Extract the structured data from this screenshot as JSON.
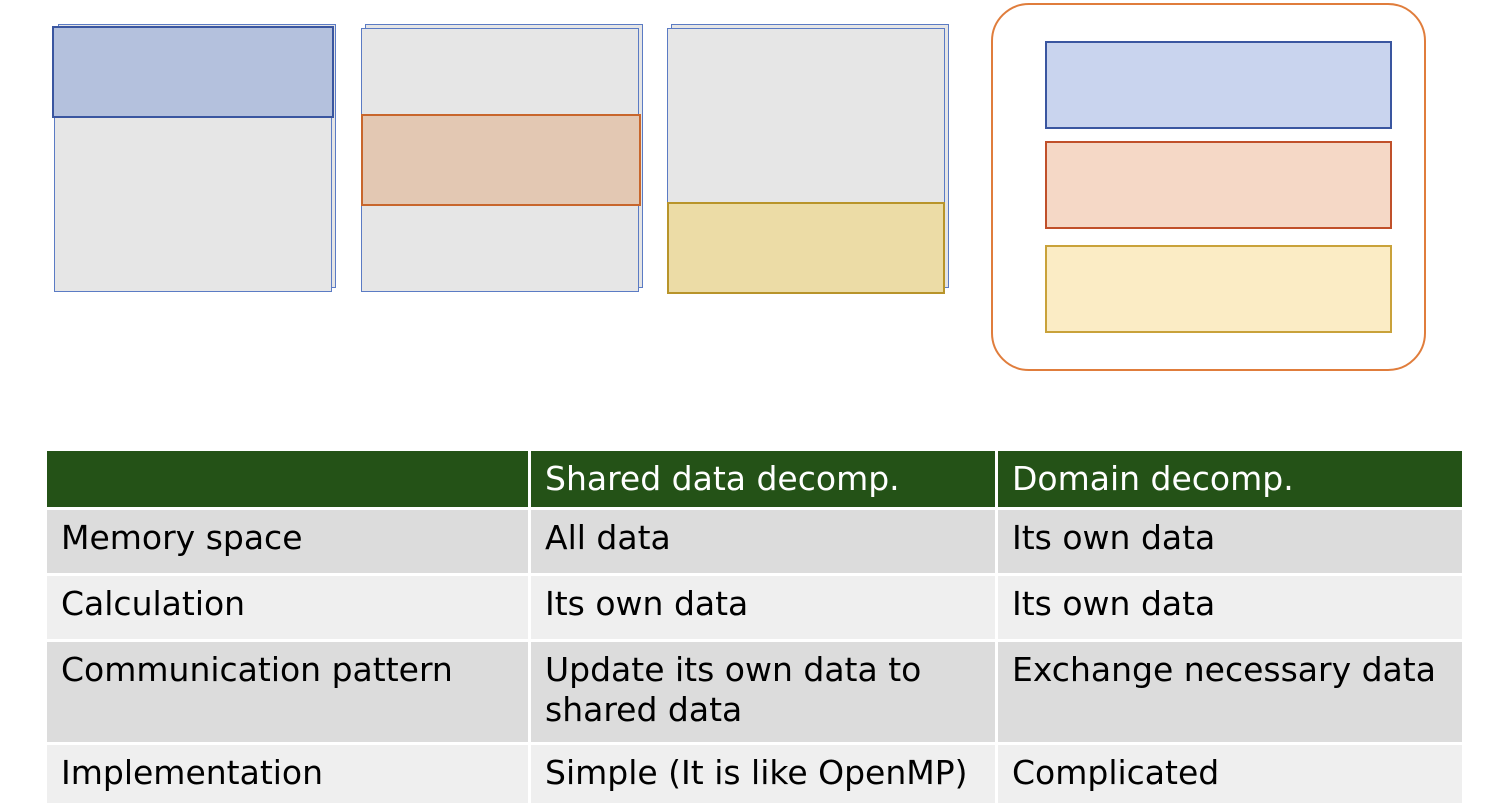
{
  "table": {
    "headers": [
      "",
      "Shared data decomp.",
      "Domain decomp."
    ],
    "rows": [
      {
        "label": "Memory space",
        "shared": "All data",
        "domain": "Its own data"
      },
      {
        "label": "Calculation",
        "shared": "Its own data",
        "domain": "Its own data"
      },
      {
        "label": "Communication pattern",
        "shared": "Update its own data to shared data",
        "domain": "Exchange necessary data"
      },
      {
        "label": "Implementation",
        "shared": "Simple (It is like OpenMP)",
        "domain": "Complicated"
      }
    ]
  },
  "colors": {
    "header_bg": "#245217",
    "blue": "#b4c1dd",
    "orange": "#e3c8b3",
    "yellow": "#ecdca6",
    "domain_border": "#e07d3c"
  }
}
